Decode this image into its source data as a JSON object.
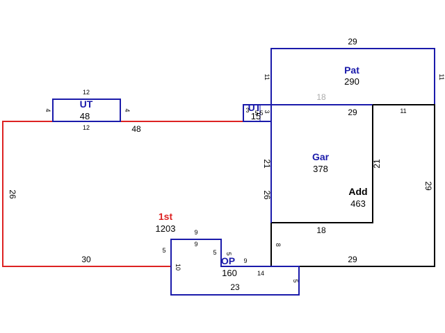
{
  "colors": {
    "main": "#dd2222",
    "blue": "#1a1aaa",
    "black": "#000000",
    "muted": "#aaaaaa"
  },
  "areas": {
    "ut_left": {
      "name": "UT",
      "value": "48"
    },
    "ut_right": {
      "name": "UT",
      "value": "15"
    },
    "first": {
      "name": "1st",
      "value": "1203"
    },
    "pat": {
      "name": "Pat",
      "value": "290"
    },
    "gar": {
      "name": "Gar",
      "value": "378"
    },
    "add": {
      "name": "Add",
      "value": "463"
    },
    "op": {
      "name": "OP",
      "value": "160"
    }
  },
  "dims": {
    "ut_left_top": "12",
    "ut_left_bottom": "12",
    "ut_left_left": "4",
    "ut_left_right": "4",
    "main_top": "48",
    "main_left": "26",
    "main_bottom": "30",
    "main_step": "5",
    "pat_top": "29",
    "pat_left": "11",
    "pat_right": "11",
    "pat_bottom": "18",
    "gar_top": "29",
    "gar_left": "21",
    "gar_right": "21",
    "gar_left2": "26",
    "gar_bottom": "18",
    "add_top": "11",
    "add_right": "29",
    "add_bottom": "29",
    "add_left": "8",
    "ut_right_a": "3",
    "ut_right_b": "5",
    "ut_right_c": "5",
    "ut_right_d": "3",
    "op_top1": "9",
    "op_top2": "9",
    "op_top3": "9",
    "op_left_a": "5",
    "op_left_b": "10",
    "op_mid": "5",
    "op_right": "5",
    "op_bottom": "23",
    "op_step": "14"
  }
}
